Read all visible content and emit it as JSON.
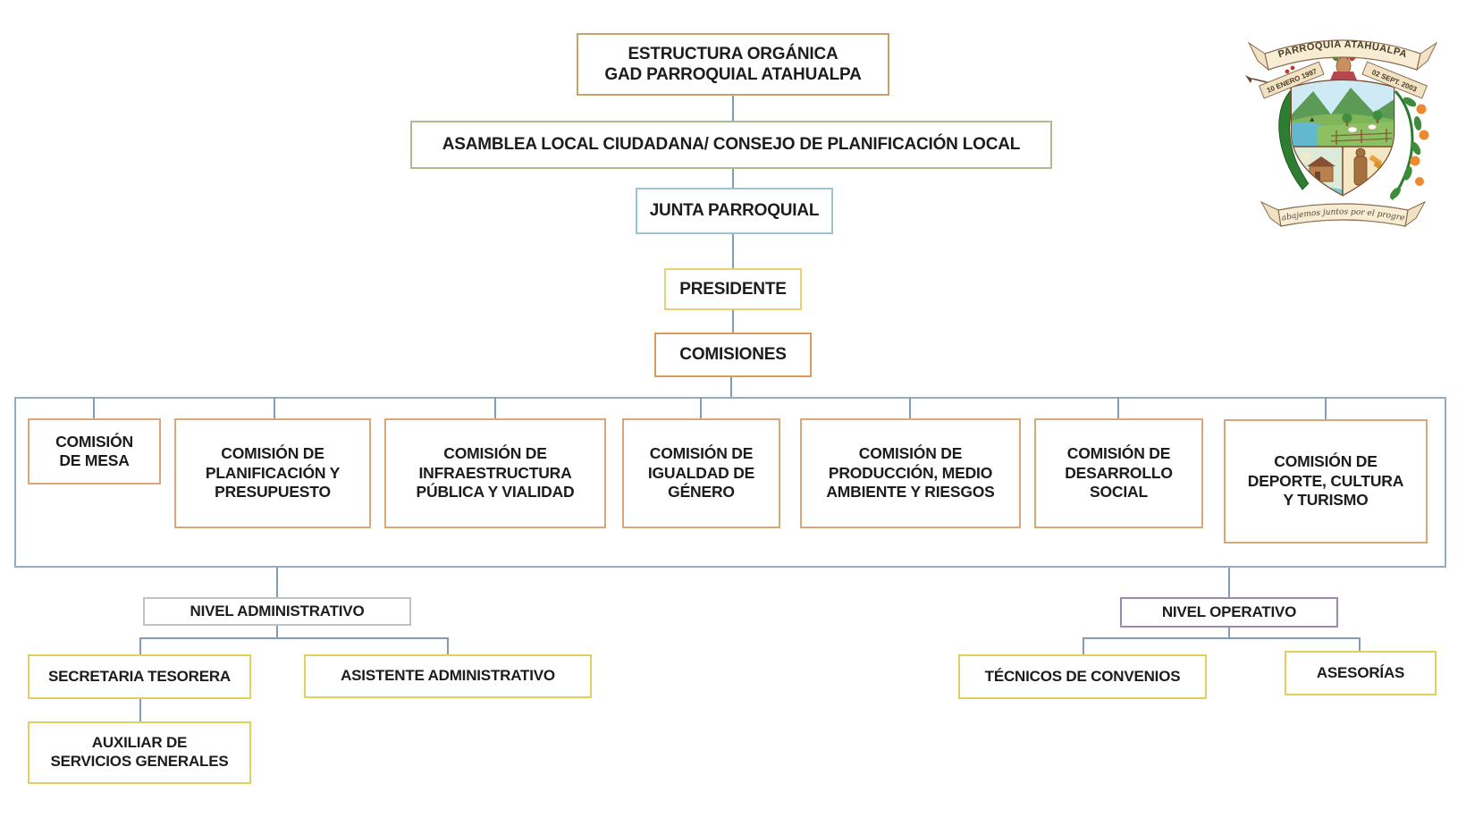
{
  "colors": {
    "tan": "#C9A268",
    "green": "#A9BF90",
    "blue": "#9CC2D6",
    "yellow": "#E7D172",
    "orange": "#D9995F",
    "commission": "#D8A87A",
    "container": "#93AEC2",
    "connector": "#7F9DB8",
    "gray": "#C2C2C2",
    "purple": "#A186AE",
    "low_yellow": "#E1D05E"
  },
  "nodes": {
    "estructura": {
      "label": "ESTRUCTURA ORGÁNICA\nGAD PARROQUIAL ATAHUALPA"
    },
    "asamblea": {
      "label": "ASAMBLEA LOCAL CIUDADANA/ CONSEJO DE PLANIFICACIÓN LOCAL"
    },
    "junta": {
      "label": "JUNTA PARROQUIAL"
    },
    "presidente": {
      "label": "PRESIDENTE"
    },
    "comisiones": {
      "label": "COMISIONES"
    },
    "comision_mesa": {
      "label": "COMISIÓN\nDE MESA"
    },
    "comision_planificacion": {
      "label": "COMISIÓN DE\nPLANIFICACIÓN Y\nPRESUPUESTO"
    },
    "comision_infraestructura": {
      "label": "COMISIÓN DE\nINFRAESTRUCTURA\nPÚBLICA Y VIALIDAD"
    },
    "comision_igualdad": {
      "label": "COMISIÓN DE\nIGUALDAD DE\nGÉNERO"
    },
    "comision_produccion": {
      "label": "COMISIÓN DE\nPRODUCCIÓN, MEDIO\nAMBIENTE Y RIESGOS"
    },
    "comision_desarrollo": {
      "label": "COMISIÓN DE\nDESARROLLO\nSOCIAL"
    },
    "comision_deporte": {
      "label": "COMISIÓN DE\nDEPORTE, CULTURA\nY TURISMO"
    },
    "nivel_administrativo": {
      "label": "NIVEL ADMINISTRATIVO"
    },
    "secretaria_tesorera": {
      "label": "SECRETARIA TESORERA"
    },
    "asistente_administrativo": {
      "label": "ASISTENTE ADMINISTRATIVO"
    },
    "auxiliar_servicios": {
      "label": "AUXILIAR DE\nSERVICIOS GENERALES"
    },
    "nivel_operativo": {
      "label": "NIVEL OPERATIVO"
    },
    "tecnicos_convenios": {
      "label": "TÉCNICOS DE CONVENIOS"
    },
    "asesorias": {
      "label": "ASESORÍAS"
    }
  },
  "logo": {
    "title": "PARROQUIA ATAHUALPA",
    "date_left": "10 ENERO 1997",
    "date_right": "02 SEPT. 2003",
    "motto": "Trabajemos juntos por el progreso"
  }
}
